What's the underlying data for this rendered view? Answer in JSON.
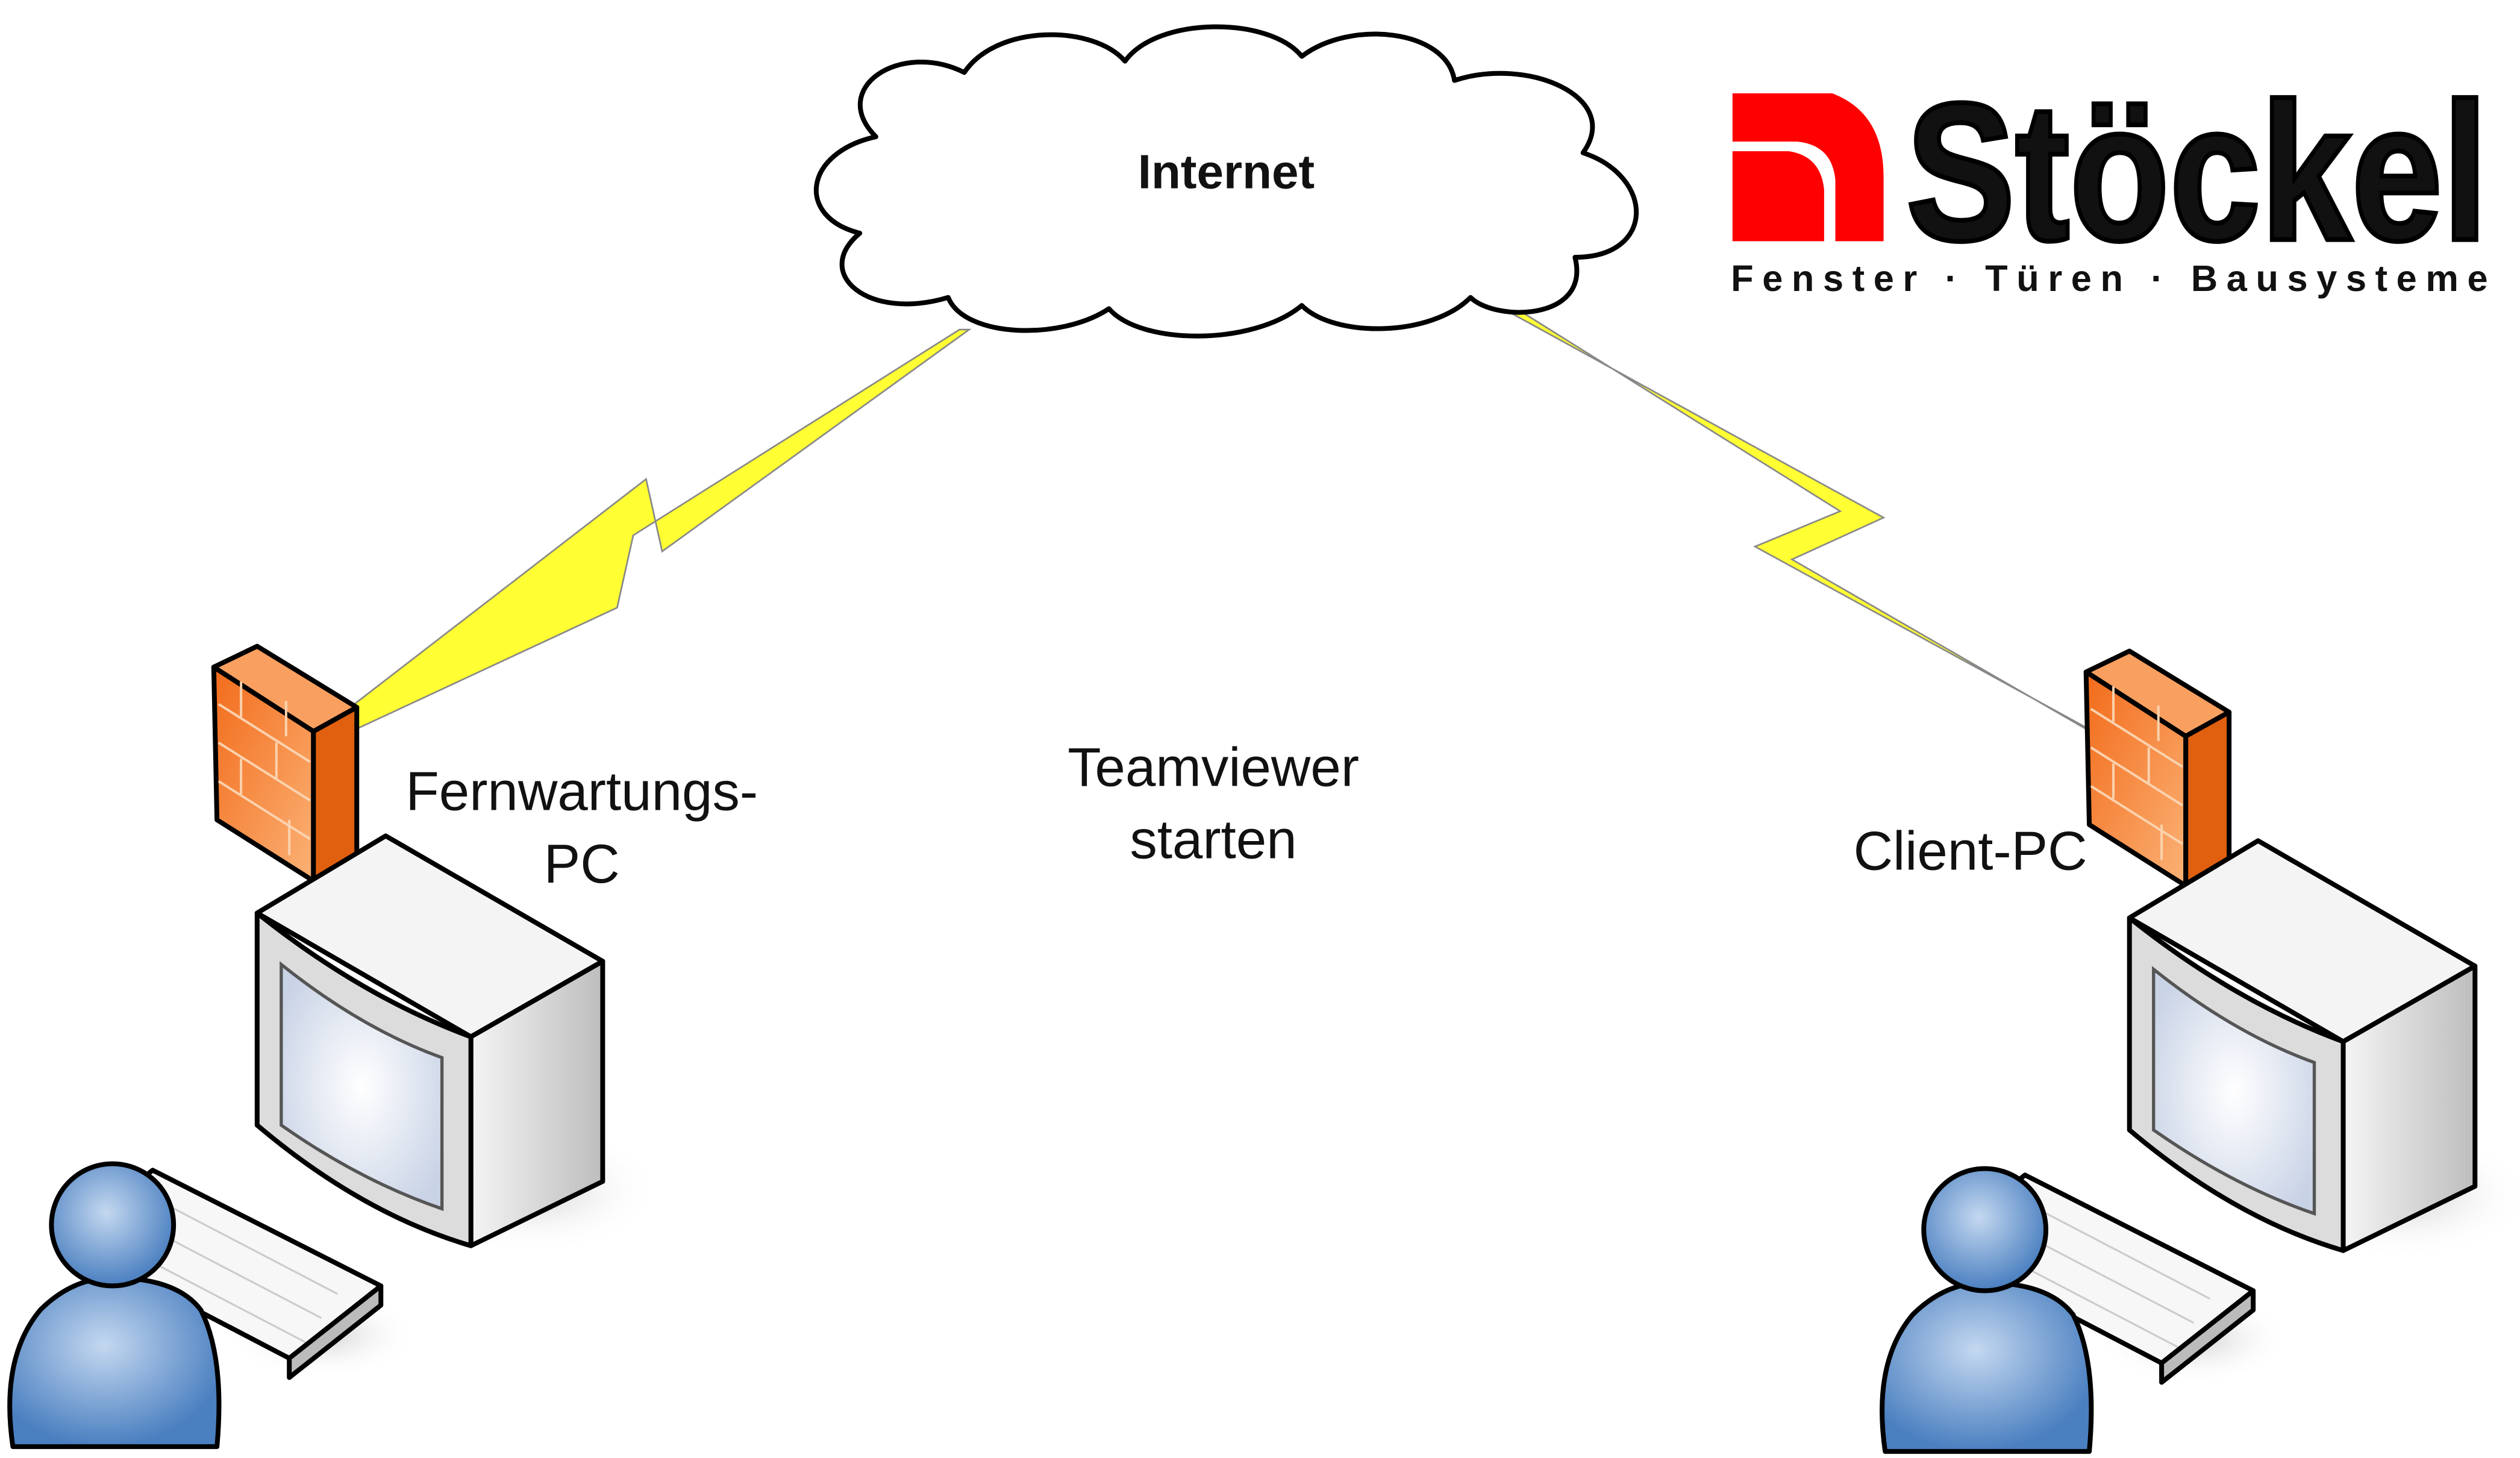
{
  "cloud": {
    "label": "Internet",
    "icon": "cloud-icon"
  },
  "center_text": {
    "line1": "Teamviewer",
    "line2": "starten"
  },
  "left_station": {
    "label_line1": "Fernwartungs-",
    "label_line2": "PC",
    "icons": [
      "firewall-icon",
      "computer-icon",
      "keyboard-icon",
      "user-icon"
    ]
  },
  "right_station": {
    "label": "Client-PC",
    "icons": [
      "firewall-icon",
      "computer-icon",
      "keyboard-icon",
      "user-icon"
    ]
  },
  "logo": {
    "name": "Stöckel",
    "tagline": "Fenster · Türen · Bausysteme",
    "brand_color": "#ff0000"
  },
  "colors": {
    "lightning": "#ffff33",
    "firewall": "#f7882f",
    "user": "#5b8fcc",
    "computer": "#e8e8e8"
  }
}
